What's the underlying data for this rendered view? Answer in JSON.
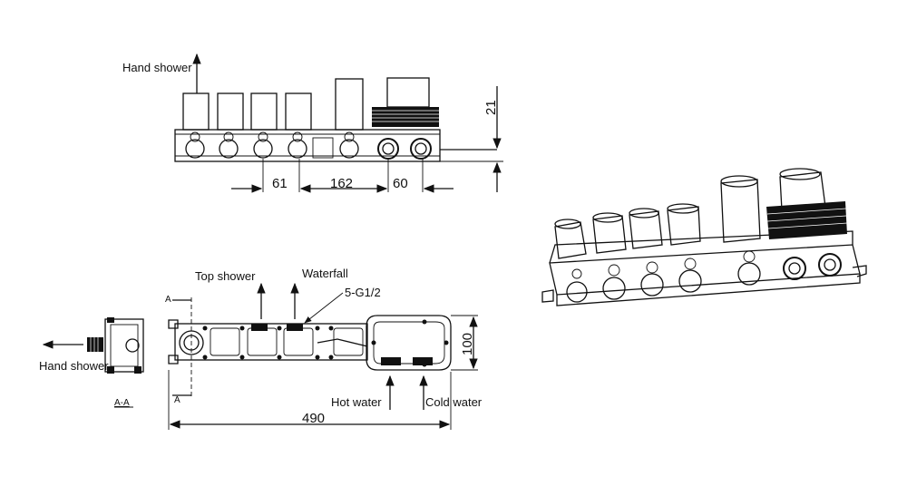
{
  "labels": {
    "hand_shower_top": "Hand shower",
    "top_shower": "Top shower",
    "waterfall": "Waterfall",
    "thread": "5-G1/2",
    "hot_water": "Hot water",
    "cold_water": "Cold water",
    "hand_shower_section": "Hand  shower",
    "section": "A-A",
    "section_mark_top": "A",
    "section_mark_bottom": "A"
  },
  "dimensions": {
    "d61": "61",
    "d162": "162",
    "d60": "60",
    "d21": "21",
    "d100": "100",
    "d490": "490"
  }
}
